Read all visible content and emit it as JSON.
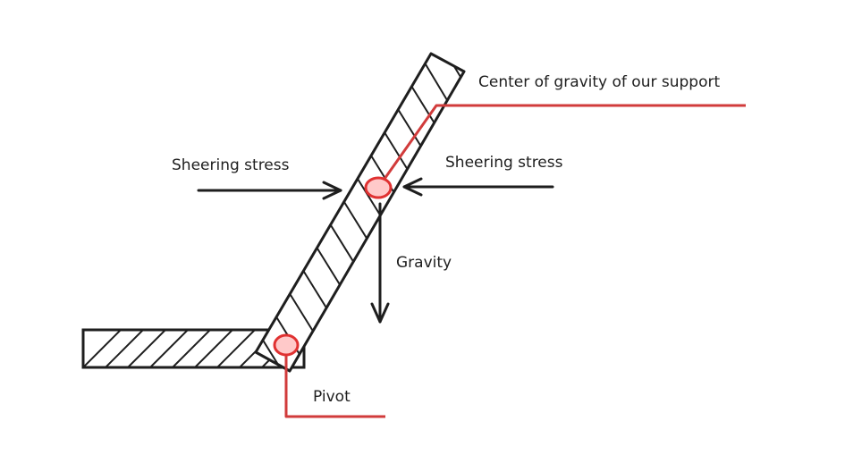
{
  "labels": {
    "center_of_gravity": "Center of gravity of our support",
    "sheering_stress_left": "Sheering stress",
    "sheering_stress_right": "Sheering stress",
    "gravity": "Gravity",
    "pivot": "Pivot"
  },
  "colors": {
    "stroke": "#1e1e1e",
    "leader": "#d13b3b",
    "point_fill": "#ffc9c9",
    "point_stroke": "#e03131",
    "background": "#ffffff"
  }
}
